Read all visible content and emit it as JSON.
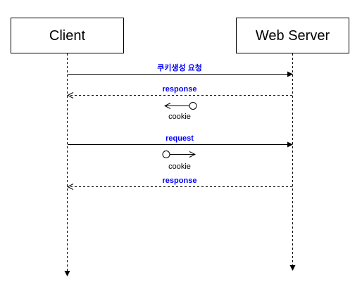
{
  "participants": {
    "client": "Client",
    "server": "Web Server"
  },
  "messages": {
    "cookie_request": "쿠키생성 요청",
    "response_1": "response",
    "request": "request",
    "response_2": "response"
  },
  "cookies": {
    "cookie_1": "cookie",
    "cookie_2": "cookie"
  },
  "colors": {
    "message_label": "#0000ff",
    "line": "#000000"
  }
}
